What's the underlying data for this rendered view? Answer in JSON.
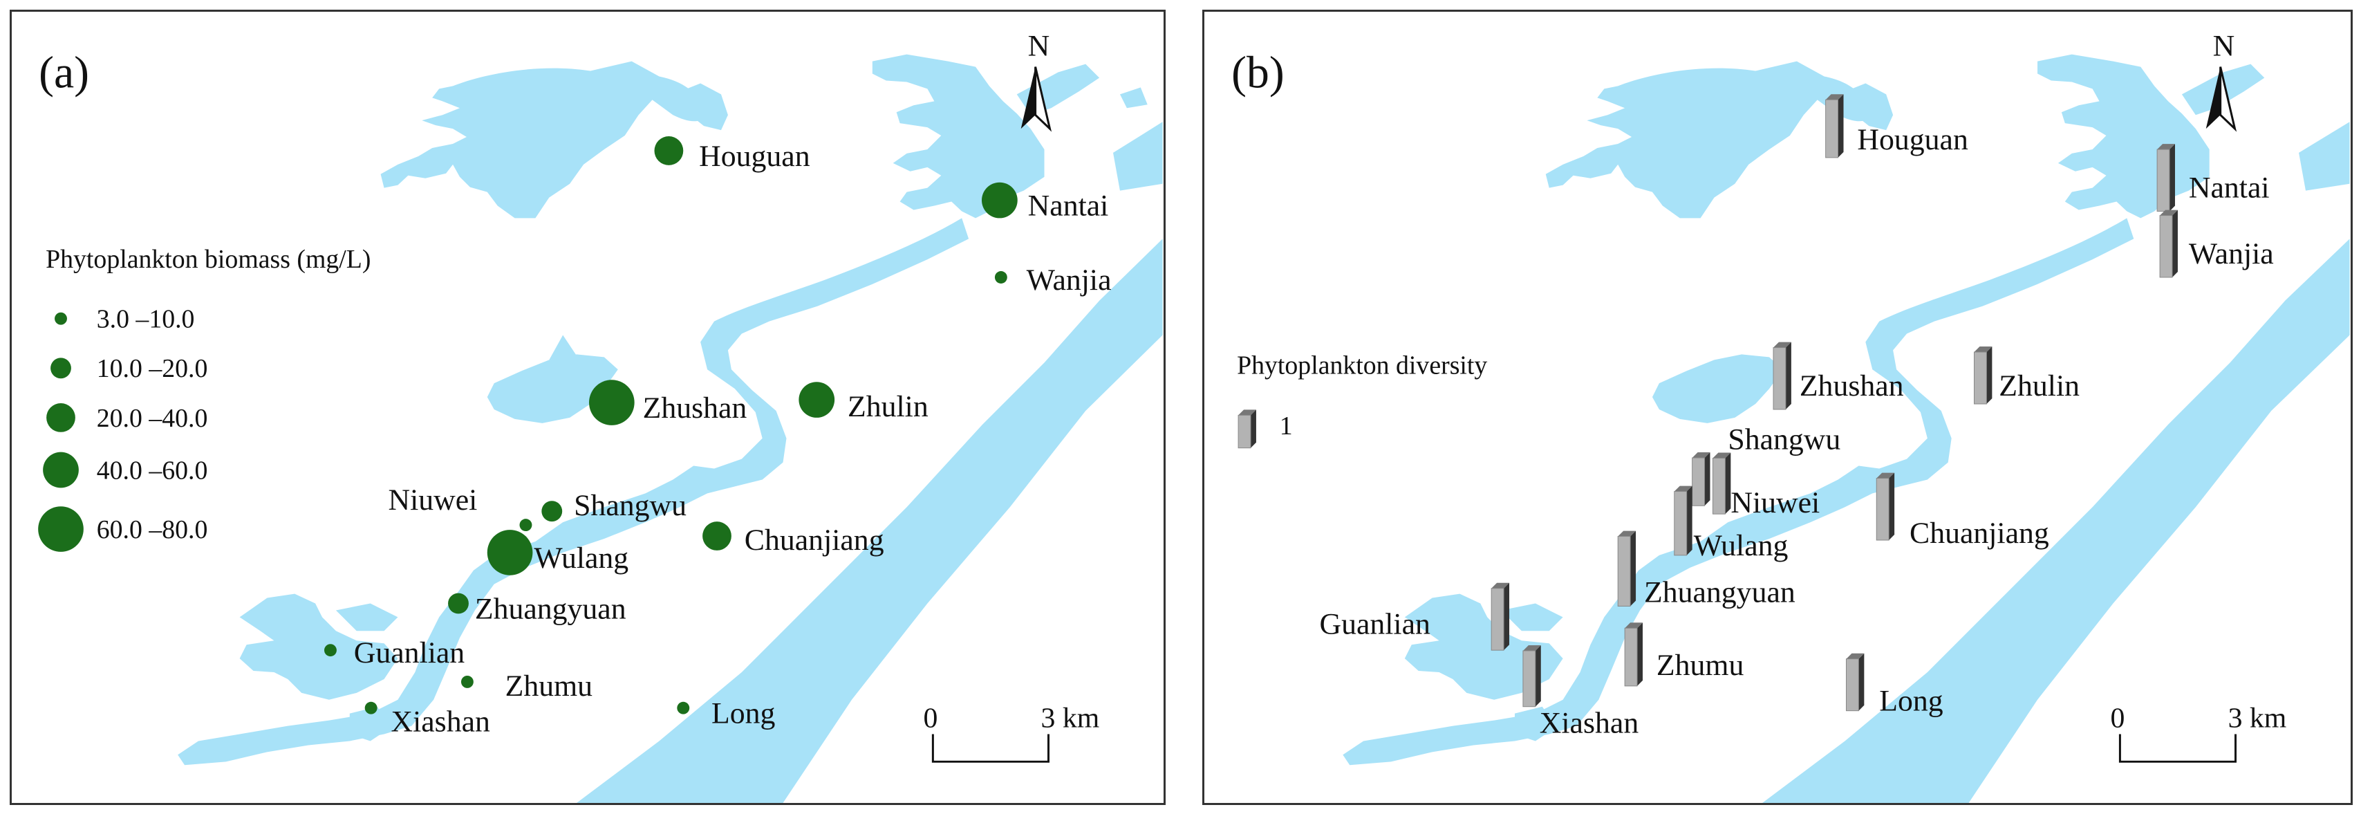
{
  "panel_a": {
    "label": "(a)",
    "north": "N",
    "legend": {
      "title": "Phytoplankton biomass (mg/L)",
      "classes": [
        {
          "range": "3.0 –10.0"
        },
        {
          "range": "10.0 –20.0"
        },
        {
          "range": "20.0 –40.0"
        },
        {
          "range": "40.0 –60.0"
        },
        {
          "range": "60.0 –80.0"
        }
      ]
    },
    "scale": {
      "start": "0",
      "end": "3 km"
    },
    "sites": [
      {
        "name": "Houguan",
        "class": 2
      },
      {
        "name": "Nantai",
        "class": 3
      },
      {
        "name": "Wanjia",
        "class": 0
      },
      {
        "name": "Zhushan",
        "class": 4
      },
      {
        "name": "Zhulin",
        "class": 3
      },
      {
        "name": "Niuwei",
        "class": 0
      },
      {
        "name": "Shangwu",
        "class": 1
      },
      {
        "name": "Wulang",
        "class": 4
      },
      {
        "name": "Chuanjiang",
        "class": 2
      },
      {
        "name": "Zhuangyuan",
        "class": 1
      },
      {
        "name": "Guanlian",
        "class": 0
      },
      {
        "name": "Zhumu",
        "class": 0
      },
      {
        "name": "Xiashan",
        "class": 0
      },
      {
        "name": "Long",
        "class": 0
      }
    ]
  },
  "panel_b": {
    "label": "(b)",
    "north": "N",
    "legend": {
      "title": "Phytoplankton diversity",
      "unit_value": "1"
    },
    "scale": {
      "start": "0",
      "end": "3 km"
    },
    "sites": [
      {
        "name": "Houguan",
        "diversity": 1.45
      },
      {
        "name": "Nantai",
        "diversity": 1.55
      },
      {
        "name": "Wanjia",
        "diversity": 1.55
      },
      {
        "name": "Zhushan",
        "diversity": 1.55
      },
      {
        "name": "Zhulin",
        "diversity": 1.3
      },
      {
        "name": "Shangwu",
        "diversity": 1.4
      },
      {
        "name": "Niuwei",
        "diversity": 1.2
      },
      {
        "name": "Wulang",
        "diversity": 1.6
      },
      {
        "name": "Chuanjiang",
        "diversity": 1.55
      },
      {
        "name": "Zhuangyuan",
        "diversity": 1.75
      },
      {
        "name": "Guanlian",
        "diversity": 1.55
      },
      {
        "name": "Zhumu",
        "diversity": 1.45
      },
      {
        "name": "Xiashan",
        "diversity": 1.4
      },
      {
        "name": "Long",
        "diversity": 1.3
      }
    ]
  },
  "colors": {
    "water": "#a8e2f8",
    "biomass_dot": "#1b6e1b",
    "bar_front": "#b3b3b3",
    "bar_side": "#333333"
  }
}
